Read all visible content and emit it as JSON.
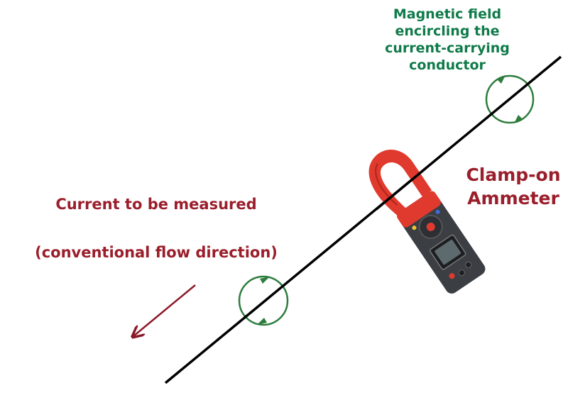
{
  "labels": {
    "magnetic_field": [
      "Magnetic field",
      "encircling the",
      "current-carrying",
      "conductor"
    ],
    "meter": [
      "Clamp-on",
      "Ammeter"
    ],
    "current_line1": "Current to be measured",
    "current_line2": "(conventional flow direction)"
  },
  "colors": {
    "label_red": "#9a1e2b",
    "field_green": "#0f7a4a",
    "circle_green": "#2e7d3e",
    "conductor": "#000000",
    "arrow_red": "#8b1a28",
    "meter_jaw": "#e03a2e",
    "meter_body": "#3b3e43"
  },
  "icons": [
    "field-circle-icon",
    "current-direction-arrow-icon",
    "clamp-meter-icon"
  ]
}
